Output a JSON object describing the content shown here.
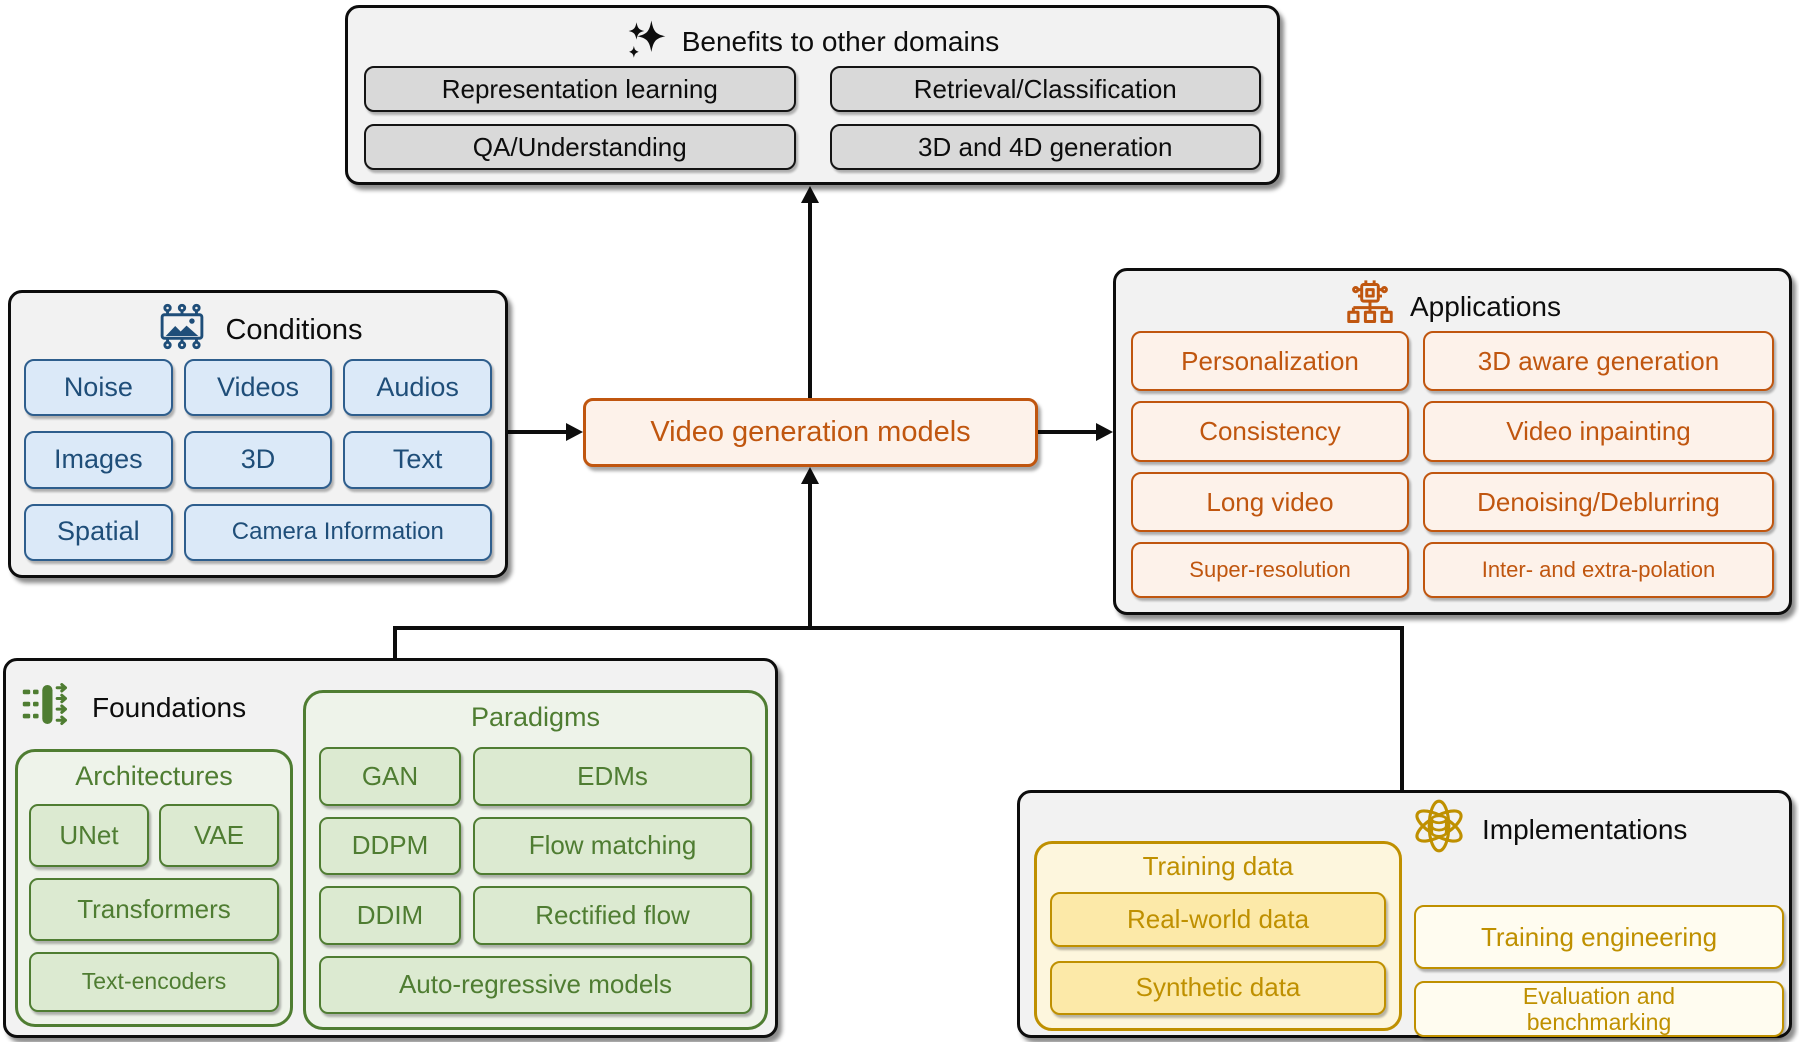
{
  "benefits": {
    "title": "Benefits to other domains",
    "items": [
      "Representation learning",
      "Retrieval/Classification",
      "QA/Understanding",
      "3D and 4D generation"
    ]
  },
  "conditions": {
    "title": "Conditions",
    "items": [
      "Noise",
      "Videos",
      "Audios",
      "Images",
      "3D",
      "Text",
      "Spatial",
      "Camera Information"
    ]
  },
  "center": {
    "label": "Video generation models"
  },
  "applications": {
    "title": "Applications",
    "items": [
      "Personalization",
      "3D aware generation",
      "Consistency",
      "Video inpainting",
      "Long video",
      "Denoising/Deblurring",
      "Super-resolution",
      "Inter- and extra-polation"
    ]
  },
  "foundations": {
    "title": "Foundations",
    "architectures": {
      "title": "Architectures",
      "items": [
        "UNet",
        "VAE",
        "Transformers",
        "Text-encoders"
      ]
    },
    "paradigms": {
      "title": "Paradigms",
      "items": [
        "GAN",
        "EDMs",
        "DDPM",
        "Flow matching",
        "DDIM",
        "Rectified flow",
        "Auto-regressive models"
      ]
    }
  },
  "implementations": {
    "title": "Implementations",
    "training_data": {
      "title": "Training data",
      "items": [
        "Real-world data",
        "Synthetic data"
      ]
    },
    "engineering_items": [
      "Training engineering",
      "Evaluation and benchmarking"
    ]
  },
  "icons": {
    "benefits": "sparkle-icon",
    "conditions": "image-circuit-icon",
    "applications": "chip-network-icon",
    "foundations": "flow-arrows-icon",
    "implementations": "atom-database-icon"
  },
  "colors": {
    "panel_bg": "#f2f2f2",
    "panel_border": "#0d0d0d",
    "gray_fill": "#d9d9d9",
    "blue_border": "#2e5e8d",
    "blue_fill": "#dbe9f8",
    "blue_text": "#1f4e79",
    "orange": "#c0560f",
    "orange_fill": "#fdf2ea",
    "green": "#4f7d32",
    "green_fill": "#dcead1",
    "green_panel_fill": "#eef3ea",
    "gold": "#bf9000",
    "gold_panel_fill": "#fdf6dd",
    "gold_item_fill": "#fce9a8",
    "cream_fill": "#fffcf0"
  }
}
